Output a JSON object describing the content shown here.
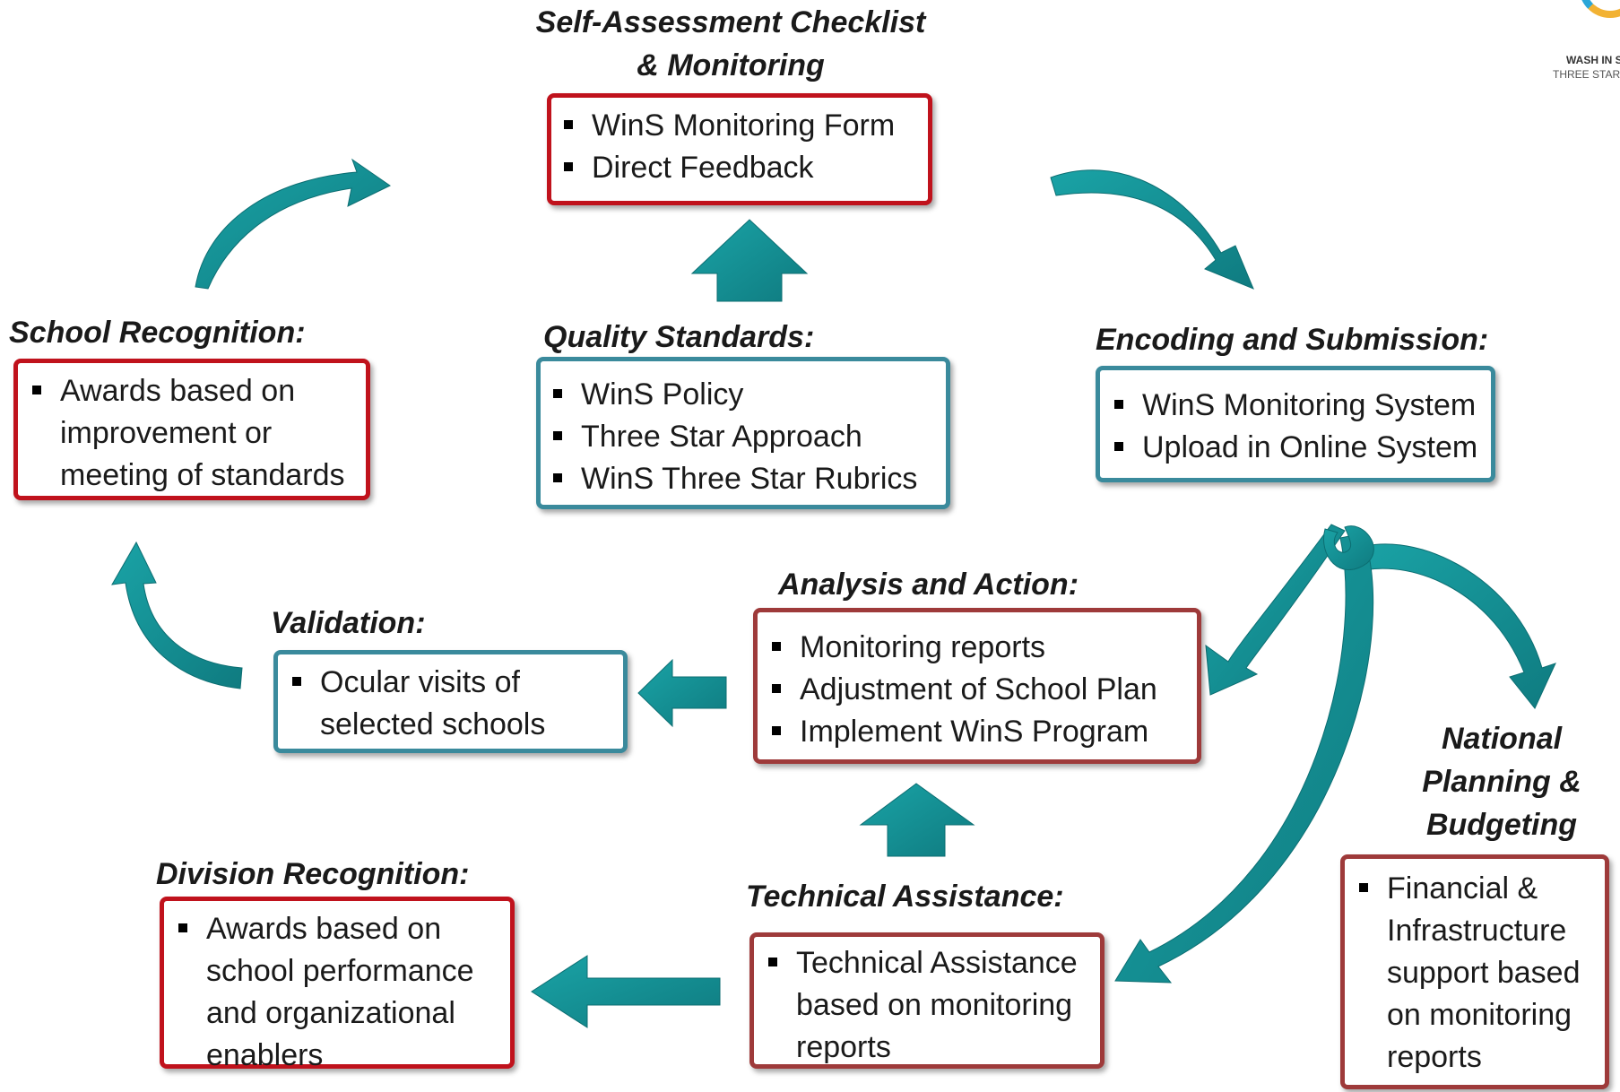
{
  "colors": {
    "teal": "#158e92",
    "red": "#c0121c",
    "maroon": "#9e3a3a",
    "blue_border": "#3a8a9c"
  },
  "logo": {
    "line1": "WASH IN S",
    "line2": "THREE STAR"
  },
  "nodes": {
    "self_assessment": {
      "title": [
        "Self-Assessment Checklist",
        "& Monitoring"
      ],
      "items": [
        "WinS Monitoring Form",
        "Direct Feedback"
      ]
    },
    "school_recognition": {
      "title": "School Recognition:",
      "items": [
        "Awards based on improvement or meeting of standards"
      ]
    },
    "quality_standards": {
      "title": "Quality Standards:",
      "items": [
        "WinS Policy",
        "Three Star Approach",
        "WinS Three Star Rubrics"
      ]
    },
    "encoding": {
      "title": "Encoding and Submission:",
      "items": [
        "WinS Monitoring System",
        "Upload in Online System"
      ]
    },
    "validation": {
      "title": "Validation:",
      "items": [
        "Ocular visits of selected schools"
      ]
    },
    "analysis": {
      "title": "Analysis and Action:",
      "items": [
        "Monitoring reports",
        "Adjustment of School Plan",
        "Implement WinS Program"
      ]
    },
    "national": {
      "title": [
        "National",
        "Planning &",
        "Budgeting"
      ],
      "items": [
        "Financial & Infrastructure support based on monitoring reports"
      ]
    },
    "division_recognition": {
      "title": "Division Recognition:",
      "items": [
        "Awards based on school performance and organizational enablers"
      ]
    },
    "technical": {
      "title": "Technical Assistance:",
      "items": [
        "Technical Assistance based on monitoring reports"
      ]
    }
  }
}
